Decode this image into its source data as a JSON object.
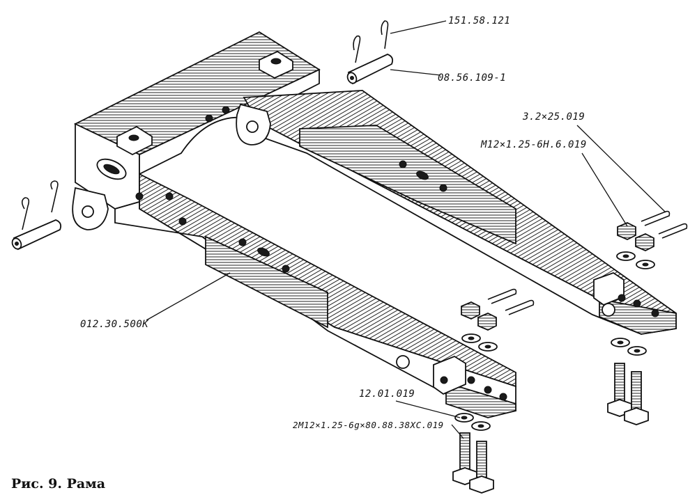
{
  "caption": "Рис. 9. Рама",
  "callouts": {
    "cotter_pin_top": "151.58.121",
    "pin_top": "08.56.109-1",
    "cotter_right": "3.2×25.019",
    "nut_right": "M12×1.25-6H.6.019",
    "frame": "012.30.500K",
    "washer_bottom": "12.01.019",
    "bolt_bottom": "2M12×1.25-6g×80.88.38XC.019"
  },
  "icons": {
    "pin": "pin-icon",
    "cotter": "cotter-pin-icon",
    "nut": "castle-nut-icon",
    "washer": "washer-icon",
    "bolt": "bolt-icon"
  }
}
